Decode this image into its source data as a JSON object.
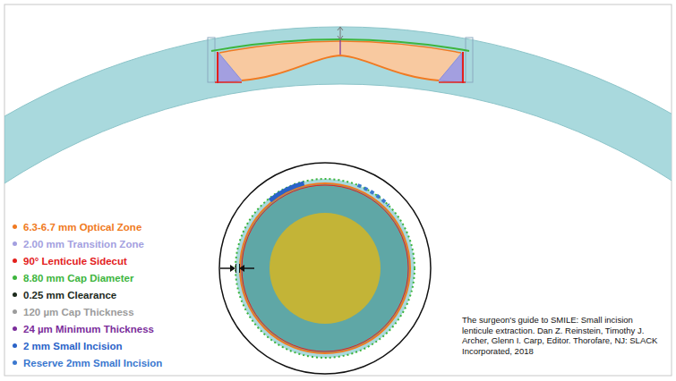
{
  "diagram": {
    "labels": [
      "The surgeon's guide to SMILE: Small incision lenticule extraction. Dan Z. Reinstein, Timothy J. Archer, Glenn I. Carp, Editor. Thorofare, NJ: SLACK Incorporated, 2018"
    ],
    "legend": [
      {
        "text": "6.3-6.7 mm Optical Zone",
        "color": "#f07a22"
      },
      {
        "text": "2.00 mm Transition Zone",
        "color": "#a39fe0"
      },
      {
        "text": "90° Lenticule Sidecut",
        "color": "#e3201c"
      },
      {
        "text": "8.80 mm Cap Diameter",
        "color": "#3db53d"
      },
      {
        "text": "0.25 mm Clearance",
        "color": "#1c2a1c"
      },
      {
        "text": "120 µm Cap Thickness",
        "color": "#9c9c9c"
      },
      {
        "text": "24 µm Minimum Thickness",
        "color": "#7b2d9b"
      },
      {
        "text": "2 mm Small Incision",
        "color": "#2a63c8"
      },
      {
        "text": "Reserve 2mm Small Incision",
        "color": "#3b78cf"
      }
    ]
  }
}
